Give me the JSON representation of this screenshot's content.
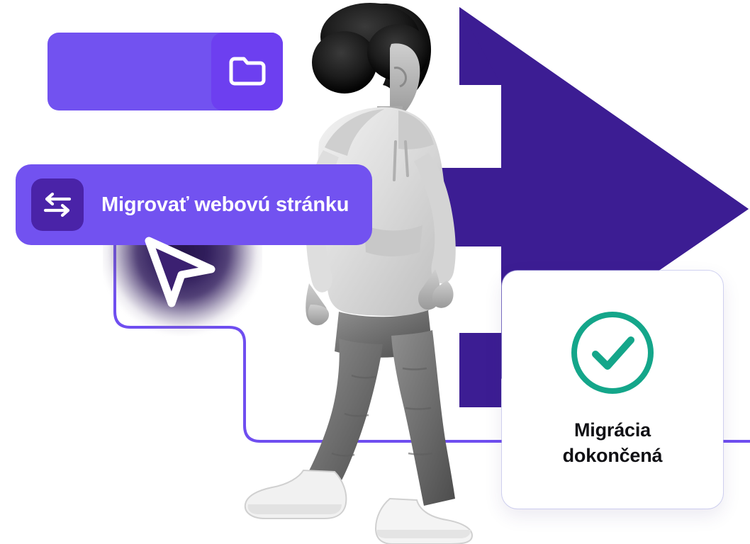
{
  "colors": {
    "bar_purple": "#7252f0",
    "tile_purple": "#6d3ff0",
    "swap_tile_purple": "#4a23a8",
    "arrow_dark_purple": "#3c1d93",
    "connector_purple": "#6f4ef0",
    "check_green": "#14a68a",
    "card_white": "#ffffff",
    "card_border": "#adb0e8",
    "title_black": "#101014",
    "glow_dark": "#1e0c46"
  },
  "background_shape": {
    "name": "large-right-arrow",
    "color": "#3c1d93"
  },
  "top_bar": {
    "name": "folder-bar",
    "icon": "folder-icon"
  },
  "migrate_button": {
    "icon": "swap-arrows-icon",
    "label": "Migrovať webovú stránku"
  },
  "cursor": {
    "icon": "mouse-pointer-icon"
  },
  "connector": {
    "name": "connector-line"
  },
  "person": {
    "name": "walking-person-photo",
    "description": "Person with curly hair in a hoodie walking"
  },
  "success_card": {
    "icon": "check-circle-icon",
    "title_line1": "Migrácia",
    "title_line2": "dokončená",
    "title": "Migrácia dokončená"
  }
}
